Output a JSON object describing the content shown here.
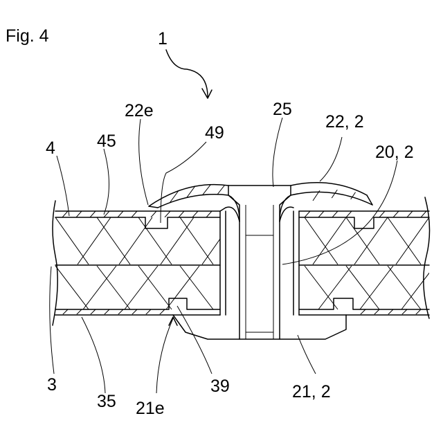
{
  "figure": {
    "title": "Fig. 4"
  },
  "labels": {
    "l1": "1",
    "l4": "4",
    "l45": "45",
    "l22e": "22e",
    "l49": "49",
    "l25": "25",
    "l22_2": "22, 2",
    "l20_2": "20, 2",
    "l3": "3",
    "l35": "35",
    "l21e": "21e",
    "l39": "39",
    "l21_2": "21, 2"
  }
}
